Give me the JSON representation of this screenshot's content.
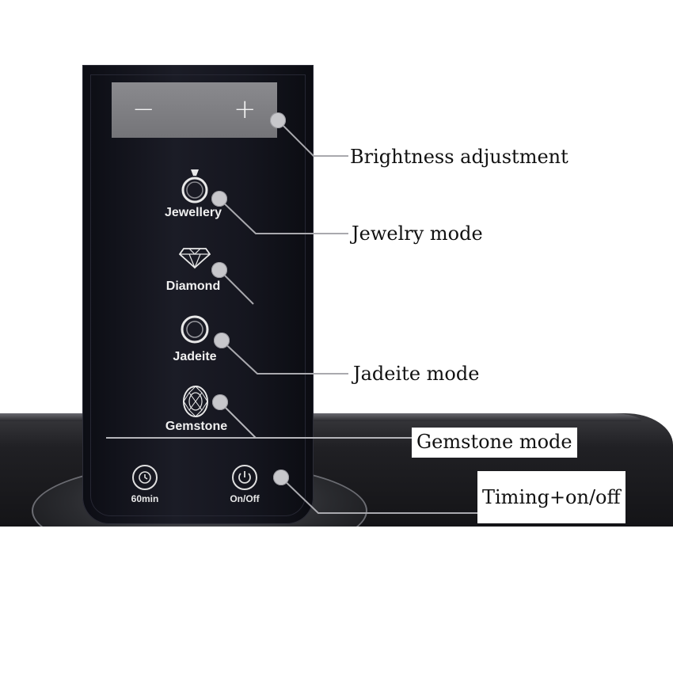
{
  "brightness": {
    "minus": "−",
    "plus": "+"
  },
  "modes": [
    {
      "label": "Jewellery",
      "icon": "ring-with-stone-icon"
    },
    {
      "label": "Diamond",
      "icon": "diamond-icon"
    },
    {
      "label": "Jadeite",
      "icon": "bangle-icon"
    },
    {
      "label": "Gemstone",
      "icon": "oval-gem-icon"
    }
  ],
  "buttons": {
    "timer": {
      "label": "60min",
      "icon": "clock-icon"
    },
    "power": {
      "label": "On/Off",
      "icon": "power-icon"
    }
  },
  "callouts": {
    "brightness": "Brightness adjustment",
    "jewelry": "Jewelry mode",
    "jadeite": "Jadeite mode",
    "gemstone": "Gemstone mode",
    "timing": "Timing+on/off"
  }
}
